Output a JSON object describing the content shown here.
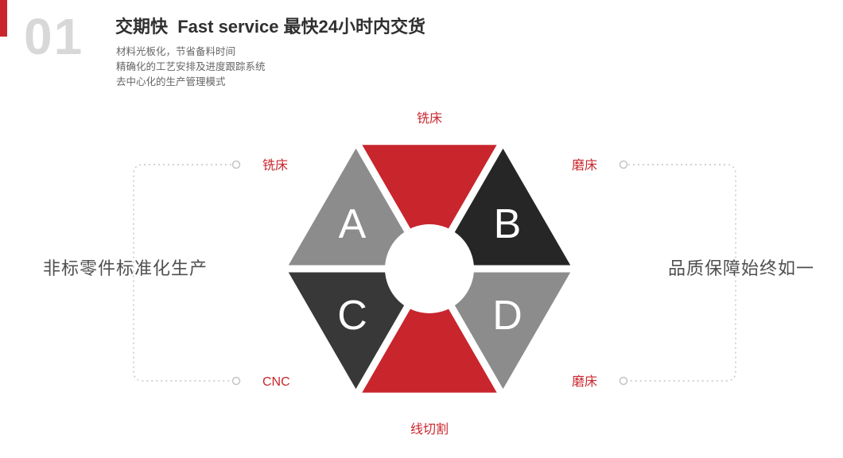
{
  "header": {
    "number": "01",
    "title": "交期快  Fast service 最快24小时内交货",
    "bullets": [
      "材料光板化，节省备料时间",
      "精确化的工艺安排及进度跟踪系统",
      "去中心化的生产管理模式"
    ],
    "accent_color": "#c9252d",
    "number_color": "#d8d8d8"
  },
  "diagram": {
    "segments": [
      {
        "name": "top",
        "color": "#c9252d"
      },
      {
        "name": "upper-left",
        "letter": "A",
        "color": "#8c8c8c"
      },
      {
        "name": "upper-right",
        "letter": "B",
        "color": "#262626"
      },
      {
        "name": "lower-left",
        "letter": "C",
        "color": "#383838"
      },
      {
        "name": "lower-right",
        "letter": "D",
        "color": "#8c8c8c"
      },
      {
        "name": "bottom",
        "color": "#c9252d"
      }
    ],
    "callouts": {
      "top": "铣床",
      "left_top": "铣床",
      "left_bottom": "CNC",
      "right_top": "磨床",
      "right_bottom": "磨床",
      "bottom": "线切割"
    },
    "connector_color": "#c4c4c4",
    "label_color": "#c9252d"
  },
  "side_text": {
    "left": "非标零件标准化生产",
    "right": "品质保障始终如一"
  }
}
